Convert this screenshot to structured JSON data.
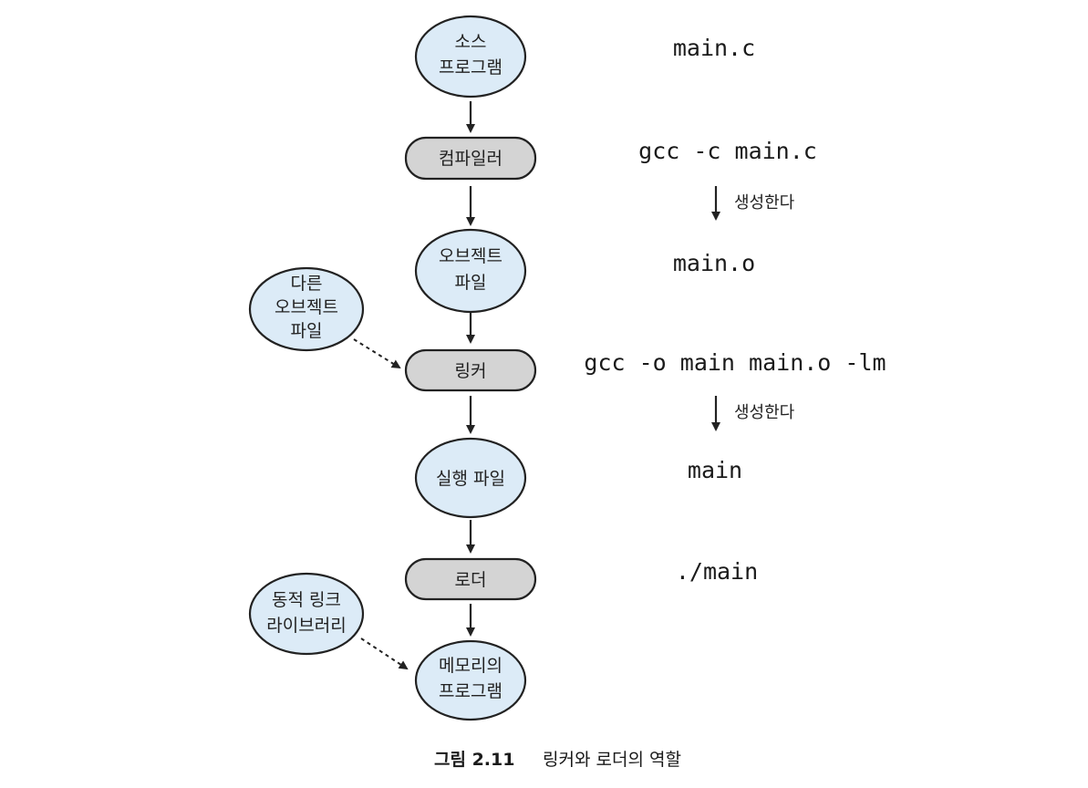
{
  "colors": {
    "ellipse_fill": "#dcebf7",
    "box_fill": "#d4d4d4",
    "stroke": "#222222"
  },
  "nodes": {
    "source_program": [
      "소스",
      "프로그램"
    ],
    "compiler": "컴파일러",
    "object_file": [
      "오브젝트",
      "파일"
    ],
    "other_object_file": [
      "다른",
      "오브젝트",
      "파일"
    ],
    "linker": "링커",
    "executable_file": "실행 파일",
    "loader": "로더",
    "dynamic_link_library": [
      "동적 링크",
      "라이브러리"
    ],
    "program_in_memory": [
      "메모리의",
      "프로그램"
    ]
  },
  "commands": {
    "source": "main.c",
    "compile": "gcc -c main.c",
    "object": "main.o",
    "link": "gcc -o main main.o -lm",
    "executable": "main",
    "run": "./main"
  },
  "annotations": {
    "generates_1": "생성한다",
    "generates_2": "생성한다"
  },
  "caption": {
    "number": "그림 2.11",
    "text": "링커와 로더의 역할"
  }
}
